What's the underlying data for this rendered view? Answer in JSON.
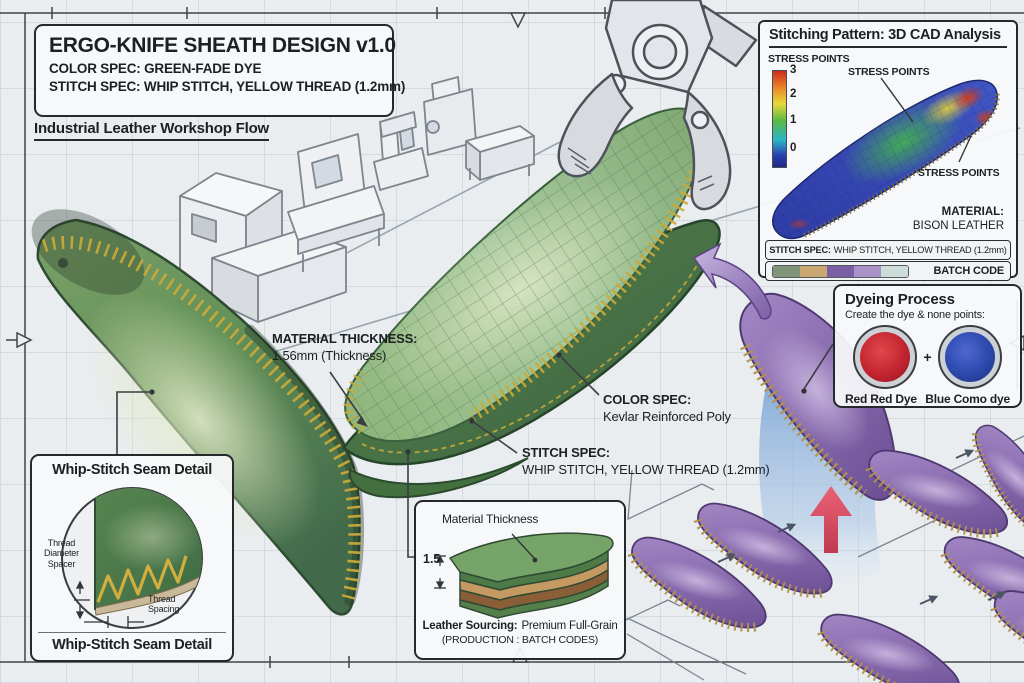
{
  "title_block": {
    "title": "ERGO-KNIFE SHEATH DESIGN v1.0",
    "line2": "COLOR SPEC: GREEN-FADE DYE",
    "line3": "STITCH SPEC: WHIP STITCH, YELLOW THREAD (1.2mm)"
  },
  "workshop_flow": {
    "label": "Industrial Leather Workshop Flow"
  },
  "cad_panel": {
    "title": "Stitching Pattern: 3D CAD Analysis",
    "legend_title": "STRESS POINTS",
    "scale_ticks": [
      "3",
      "2",
      "1",
      "0"
    ],
    "annotation_upper": "STRESS POINTS",
    "annotation_lower": "STRESS POINTS",
    "material_label": "MATERIAL:",
    "material_value": "BISON LEATHER",
    "stitch_label": "STITCH SPEC:",
    "stitch_value": "WHIP STITCH, YELLOW THREAD (1.2mm)",
    "batch_label": "BATCH CODE",
    "batch_swatches": [
      "#7f9478",
      "#c9a770",
      "#7b5fa4",
      "#a992c7",
      "#cbdcd9"
    ]
  },
  "sheath_annotations": {
    "thickness_label": "MATERIAL THICKNESS:",
    "thickness_value": "1.56mm (Thickness)",
    "color_label": "COLOR SPEC:",
    "color_value": "Kevlar Reinforced Poly",
    "stitch_label": "STITCH SPEC:",
    "stitch_value": "WHIP STITCH, YELLOW THREAD (1.2mm)"
  },
  "seam_detail_panel": {
    "title_top": "Whip-Stitch Seam Detail",
    "thread_diameter_l1": "Thread",
    "thread_diameter_l2": "Diameter",
    "thread_diameter_l3": "Spacer",
    "thread_spacing_l1": "Thread",
    "thread_spacing_l2": "Spacing",
    "title_bottom": "Whip-Stitch Seam Detail"
  },
  "thickness_panel": {
    "label": "Material Thickness",
    "dimension": "1.5",
    "sourcing_label": "Leather Sourcing:",
    "sourcing_value": "Premium Full-Grain",
    "sourcing_sub": "(PRODUCTION : BATCH CODES)"
  },
  "dyeing_panel": {
    "title": "Dyeing Process",
    "subtitle": "Create the dye & none points:",
    "plus": "+",
    "red_dye_label": "Red Red Dye",
    "blue_dye_label": "Blue Como dye",
    "red_dye_color": "#c32430",
    "blue_dye_color": "#2c49ad"
  },
  "palette": {
    "background": "#e9edf0",
    "panel_border": "#26292c",
    "leather_green_light": "#b9d3a4",
    "leather_green": "#6f9a60",
    "leather_green_dark": "#3c6340",
    "thread_yellow": "#c9a93a",
    "leather_purple": "#8b6cb3",
    "stitch_tan": "#b3924e",
    "swoosh_blue": "#85abd8",
    "arrow_red": "#e0556a",
    "heat_blue": "#2e3ca6",
    "heat_green": "#43b052",
    "heat_red": "#d23c20"
  }
}
